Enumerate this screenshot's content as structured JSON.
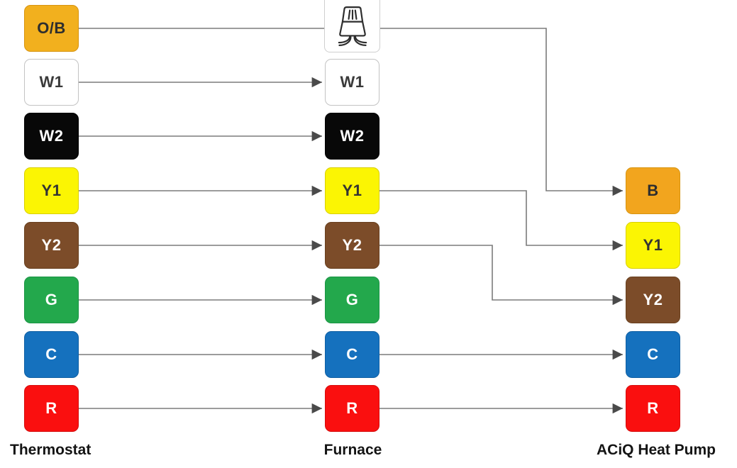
{
  "columns": [
    {
      "id": "thermostat",
      "label": "Thermostat",
      "terminals": [
        {
          "label": "O/B",
          "bg": "#F2B01E",
          "fg": "#2e2e2e",
          "border": "#d79410"
        },
        {
          "label": "W1",
          "bg": "#FFFFFF",
          "fg": "#3a3a3a",
          "border": "#c3c3c3"
        },
        {
          "label": "W2",
          "bg": "#080808",
          "fg": "#ffffff",
          "border": "#000000"
        },
        {
          "label": "Y1",
          "bg": "#FBF503",
          "fg": "#333333",
          "border": "#d9cf00"
        },
        {
          "label": "Y2",
          "bg": "#7C4C29",
          "fg": "#ffffff",
          "border": "#68401f"
        },
        {
          "label": "G",
          "bg": "#23A84C",
          "fg": "#ffffff",
          "border": "#1b9445"
        },
        {
          "label": "C",
          "bg": "#1571BE",
          "fg": "#ffffff",
          "border": "#0f5fa3"
        },
        {
          "label": "R",
          "bg": "#FA0F0F",
          "fg": "#ffffff",
          "border": "#d50c0c"
        }
      ]
    },
    {
      "id": "furnace",
      "label": "Furnace",
      "wire_nut_icon": "wire-nut-icon",
      "terminals": [
        {
          "label": "W1",
          "bg": "#FFFFFF",
          "fg": "#3a3a3a",
          "border": "#c3c3c3"
        },
        {
          "label": "W2",
          "bg": "#080808",
          "fg": "#ffffff",
          "border": "#000000"
        },
        {
          "label": "Y1",
          "bg": "#FBF503",
          "fg": "#333333",
          "border": "#d9cf00"
        },
        {
          "label": "Y2",
          "bg": "#7C4C29",
          "fg": "#ffffff",
          "border": "#68401f"
        },
        {
          "label": "G",
          "bg": "#23A84C",
          "fg": "#ffffff",
          "border": "#1b9445"
        },
        {
          "label": "C",
          "bg": "#1571BE",
          "fg": "#ffffff",
          "border": "#0f5fa3"
        },
        {
          "label": "R",
          "bg": "#FA0F0F",
          "fg": "#ffffff",
          "border": "#d50c0c"
        }
      ]
    },
    {
      "id": "heat_pump",
      "label": "ACiQ Heat Pump",
      "terminals": [
        {
          "label": "B",
          "bg": "#F2A51E",
          "fg": "#2e2e2e",
          "border": "#d79410"
        },
        {
          "label": "Y1",
          "bg": "#FBF503",
          "fg": "#333333",
          "border": "#d9cf00"
        },
        {
          "label": "Y2",
          "bg": "#7C4C29",
          "fg": "#ffffff",
          "border": "#68401f"
        },
        {
          "label": "C",
          "bg": "#1571BE",
          "fg": "#ffffff",
          "border": "#0f5fa3"
        },
        {
          "label": "R",
          "bg": "#FA0F0F",
          "fg": "#ffffff",
          "border": "#d50c0c"
        }
      ]
    }
  ],
  "connections": [
    {
      "from": "Thermostat O/B",
      "to": "ACiQ Heat Pump B"
    },
    {
      "from": "Thermostat W1",
      "to": "Furnace W1"
    },
    {
      "from": "Thermostat W2",
      "to": "Furnace W2"
    },
    {
      "from": "Thermostat Y1",
      "to": "Furnace Y1"
    },
    {
      "from": "Thermostat Y2",
      "to": "Furnace Y2"
    },
    {
      "from": "Thermostat G",
      "to": "Furnace G"
    },
    {
      "from": "Thermostat C",
      "to": "Furnace C"
    },
    {
      "from": "Thermostat R",
      "to": "Furnace R"
    },
    {
      "from": "Furnace Y1",
      "to": "ACiQ Heat Pump Y1"
    },
    {
      "from": "Furnace Y2",
      "to": "ACiQ Heat Pump Y2"
    },
    {
      "from": "Furnace C",
      "to": "ACiQ Heat Pump C"
    },
    {
      "from": "Furnace R",
      "to": "ACiQ Heat Pump R"
    }
  ],
  "colors": {
    "background": "#ffffff",
    "wire_line": "#7b7b7b",
    "arrowhead": "#4a4a4a",
    "label_text": "#141414"
  }
}
